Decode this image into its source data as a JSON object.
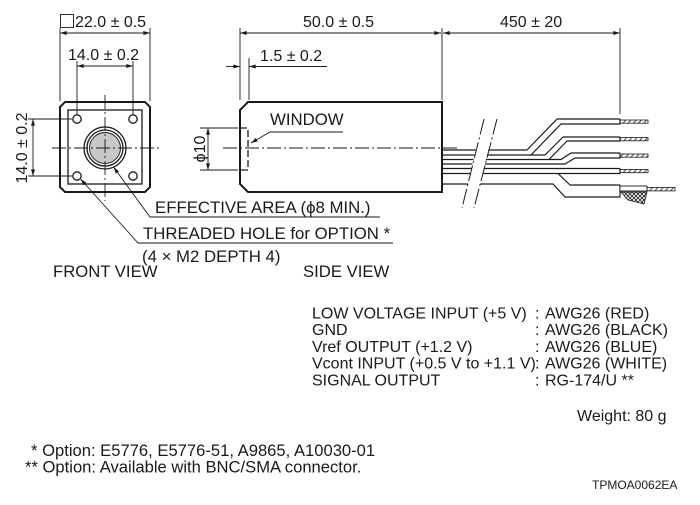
{
  "front_view": {
    "label": "FRONT VIEW",
    "outer_size_icon": "square-symbol",
    "outer_size": "22.0 ± 0.5",
    "hole_pitch_horizontal": "14.0 ± 0.2",
    "hole_pitch_vertical": "14.0 ± 0.2"
  },
  "side_view": {
    "label": "SIDE VIEW",
    "body_length": "50.0 ± 0.5",
    "window_offset": "1.5 ± 0.2",
    "cable_length": "450 ± 20",
    "window_diameter": "ϕ10",
    "window_label": "WINDOW"
  },
  "callouts": {
    "effective_area": "EFFECTIVE AREA (ϕ8 MIN.)",
    "threaded_hole": "THREADED HOLE for OPTION *",
    "threaded_hole_spec": "(4 × M2 DEPTH 4)"
  },
  "wiring": {
    "separator": ":",
    "rows": [
      {
        "signal": "LOW VOLTAGE INPUT (+5 V)",
        "cable": "AWG26 (RED)"
      },
      {
        "signal": "GND",
        "cable": "AWG26 (BLACK)"
      },
      {
        "signal": "Vref OUTPUT (+1.2 V)",
        "cable": "AWG26 (BLUE)"
      },
      {
        "signal": "Vcont INPUT (+0.5 V to +1.1 V)",
        "cable": "AWG26 (WHITE)"
      },
      {
        "signal": "SIGNAL OUTPUT",
        "cable": "RG-174/U **"
      }
    ]
  },
  "weight": "Weight: 80 g",
  "footnotes": [
    "* Option: E5776, E5776-51, A9865, A10030-01",
    "** Option: Available with BNC/SMA connector."
  ],
  "drawing_number": "TPMOA0062EA",
  "colors": {
    "line": "#1a1a1a",
    "window_fill": "#c8c8c8",
    "background": "#ffffff"
  }
}
